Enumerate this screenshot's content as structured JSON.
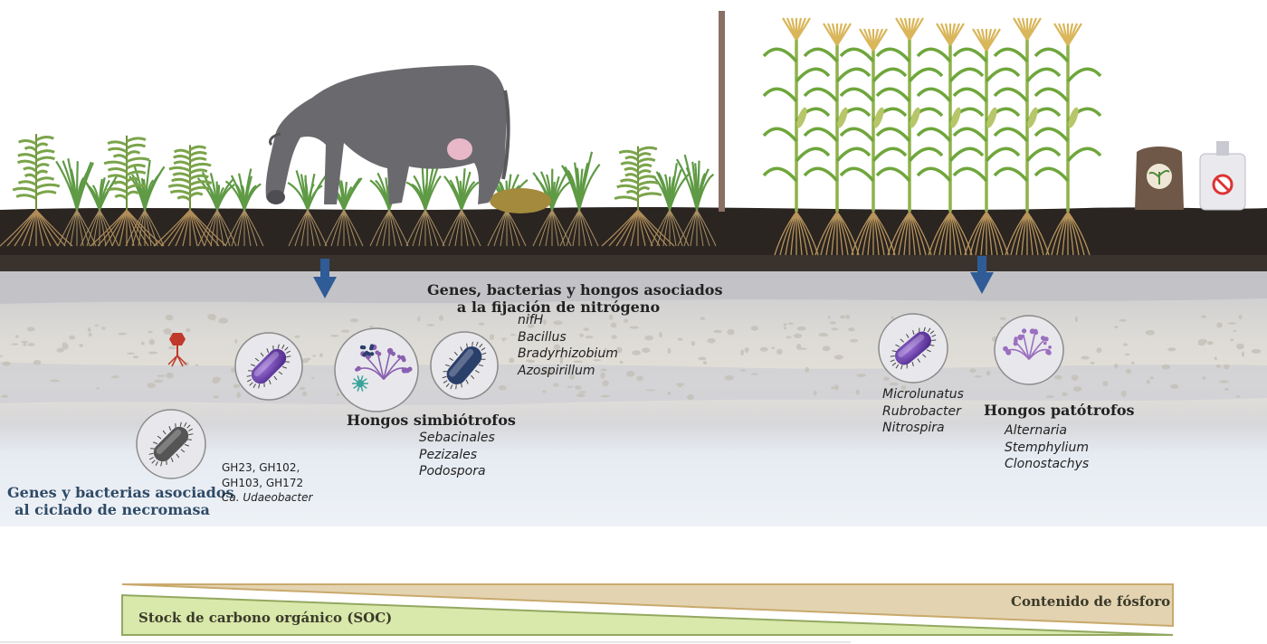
{
  "nitrogen": {
    "title_line1": "Genes, bacterias y hongos asociados",
    "title_line2": "a la fijación de nitrógeno",
    "taxa": [
      "nifH",
      "Bacillus",
      "Bradyrhizobium",
      "Azospirillum"
    ]
  },
  "symbiotrophs": {
    "title": "Hongos simbiótrofos",
    "taxa": [
      "Sebacinales",
      "Pezizales",
      "Podospora"
    ]
  },
  "necromass": {
    "title_line1": "Genes y bacterias asociados",
    "title_line2": "al ciclado de necromasa",
    "genes_line1": "GH23, GH102,",
    "genes_line2": "GH103, GH172",
    "taxon": "Ca. Udaeobacter"
  },
  "crop_bacteria": {
    "taxa": [
      "Microlunatus",
      "Rubrobacter",
      "Nitrospira"
    ]
  },
  "pathotrophs": {
    "title": "Hongos patótrofos",
    "taxa": [
      "Alternaria",
      "Stemphylium",
      "Clonostachys"
    ]
  },
  "gradients": {
    "phosphorus": "Contenido de fósforo",
    "soc": "Stock de  carbono orgánico (SOC)"
  },
  "colors": {
    "arrow": "#2f5b97",
    "soil_top": "#2b2521",
    "phosphorus_wedge": "#e3d3b1",
    "soc_wedge": "#d9e8ab"
  },
  "icons": [
    "cow",
    "grass-plant",
    "corn-plant",
    "fence-post",
    "fertilizer-bag",
    "pesticide-jug",
    "bacteriophage",
    "bacterium",
    "fungus",
    "down-arrow"
  ]
}
